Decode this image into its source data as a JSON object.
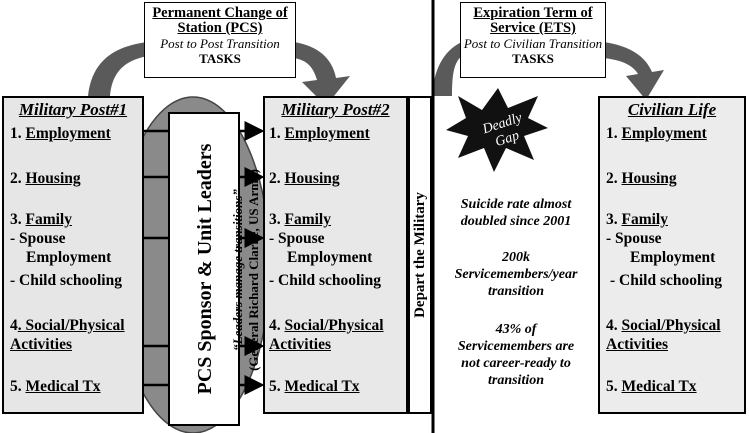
{
  "pcs_callout": {
    "title_line1": "Permanent Change of",
    "title_line2": "Station (PCS)",
    "subtitle": "Post to Post Transition",
    "tasks": "TASKS"
  },
  "ets_callout": {
    "title_line1": "Expiration Term of",
    "title_line2": "Service (ETS)",
    "subtitle": "Post to Civilian Transition",
    "tasks": "TASKS"
  },
  "panel1": {
    "title": "Military Post#1",
    "items": {
      "employment": {
        "num": "1. ",
        "label": "Employment"
      },
      "housing": {
        "num": "2. ",
        "label": "Housing"
      },
      "family": {
        "num": "3. ",
        "label": "Family",
        "sub1": " - Spouse",
        "sub1b": "Employment",
        "sub2": " - Child schooling"
      },
      "social": {
        "num": "4",
        "label": ". Social/Physical",
        "label2": "Activities"
      },
      "medical": {
        "num": "5. ",
        "label": "Medical Tx"
      }
    }
  },
  "panel2": {
    "title": "Military Post#2",
    "items": {
      "employment": {
        "num": "1. ",
        "label": "Employment"
      },
      "housing": {
        "num": "2. ",
        "label": "Housing"
      },
      "family": {
        "num": "3. ",
        "label": "Family",
        "sub1": " - Spouse",
        "sub1b": "Employment",
        "sub2": " - Child schooling"
      },
      "social": {
        "num": "4. ",
        "label": "Social/Physical",
        "label2": "Activities"
      },
      "medical": {
        "num": "5. ",
        "label": "Medical Tx"
      }
    }
  },
  "panel3": {
    "title": "Civilian Life",
    "items": {
      "employment": {
        "num": "1. ",
        "label": "Employment"
      },
      "housing": {
        "num": "2. ",
        "label": "Housing"
      },
      "family": {
        "num": "3. ",
        "label": "Family",
        "sub1": " - Spouse",
        "sub1b": "Employment",
        "sub2": " - Child schooling"
      },
      "social": {
        "num": "4. ",
        "label": "Social/Physical",
        "label2": "Activities"
      },
      "medical": {
        "num": "5. ",
        "label": "Medical Tx"
      }
    }
  },
  "sponsor": {
    "main": "PCS Sponsor & Unit Leaders",
    "quote": "“Leaders manage transitions”",
    "attribution": "(General Richard Clarke, US Army)"
  },
  "depart": "Depart the Military",
  "gap": {
    "line1": "Deadly",
    "line2": "Gap"
  },
  "stats": {
    "s1_line1": "Suicide rate almost",
    "s1_line2": "doubled since 2001",
    "s2_line1": "200k",
    "s2_line2": "Servicemembers/year",
    "s2_line3": "transition",
    "s3_line1": "43% of",
    "s3_line2": "Servicemembers are",
    "s3_line3": "not career-ready to",
    "s3_line4": "transition"
  }
}
